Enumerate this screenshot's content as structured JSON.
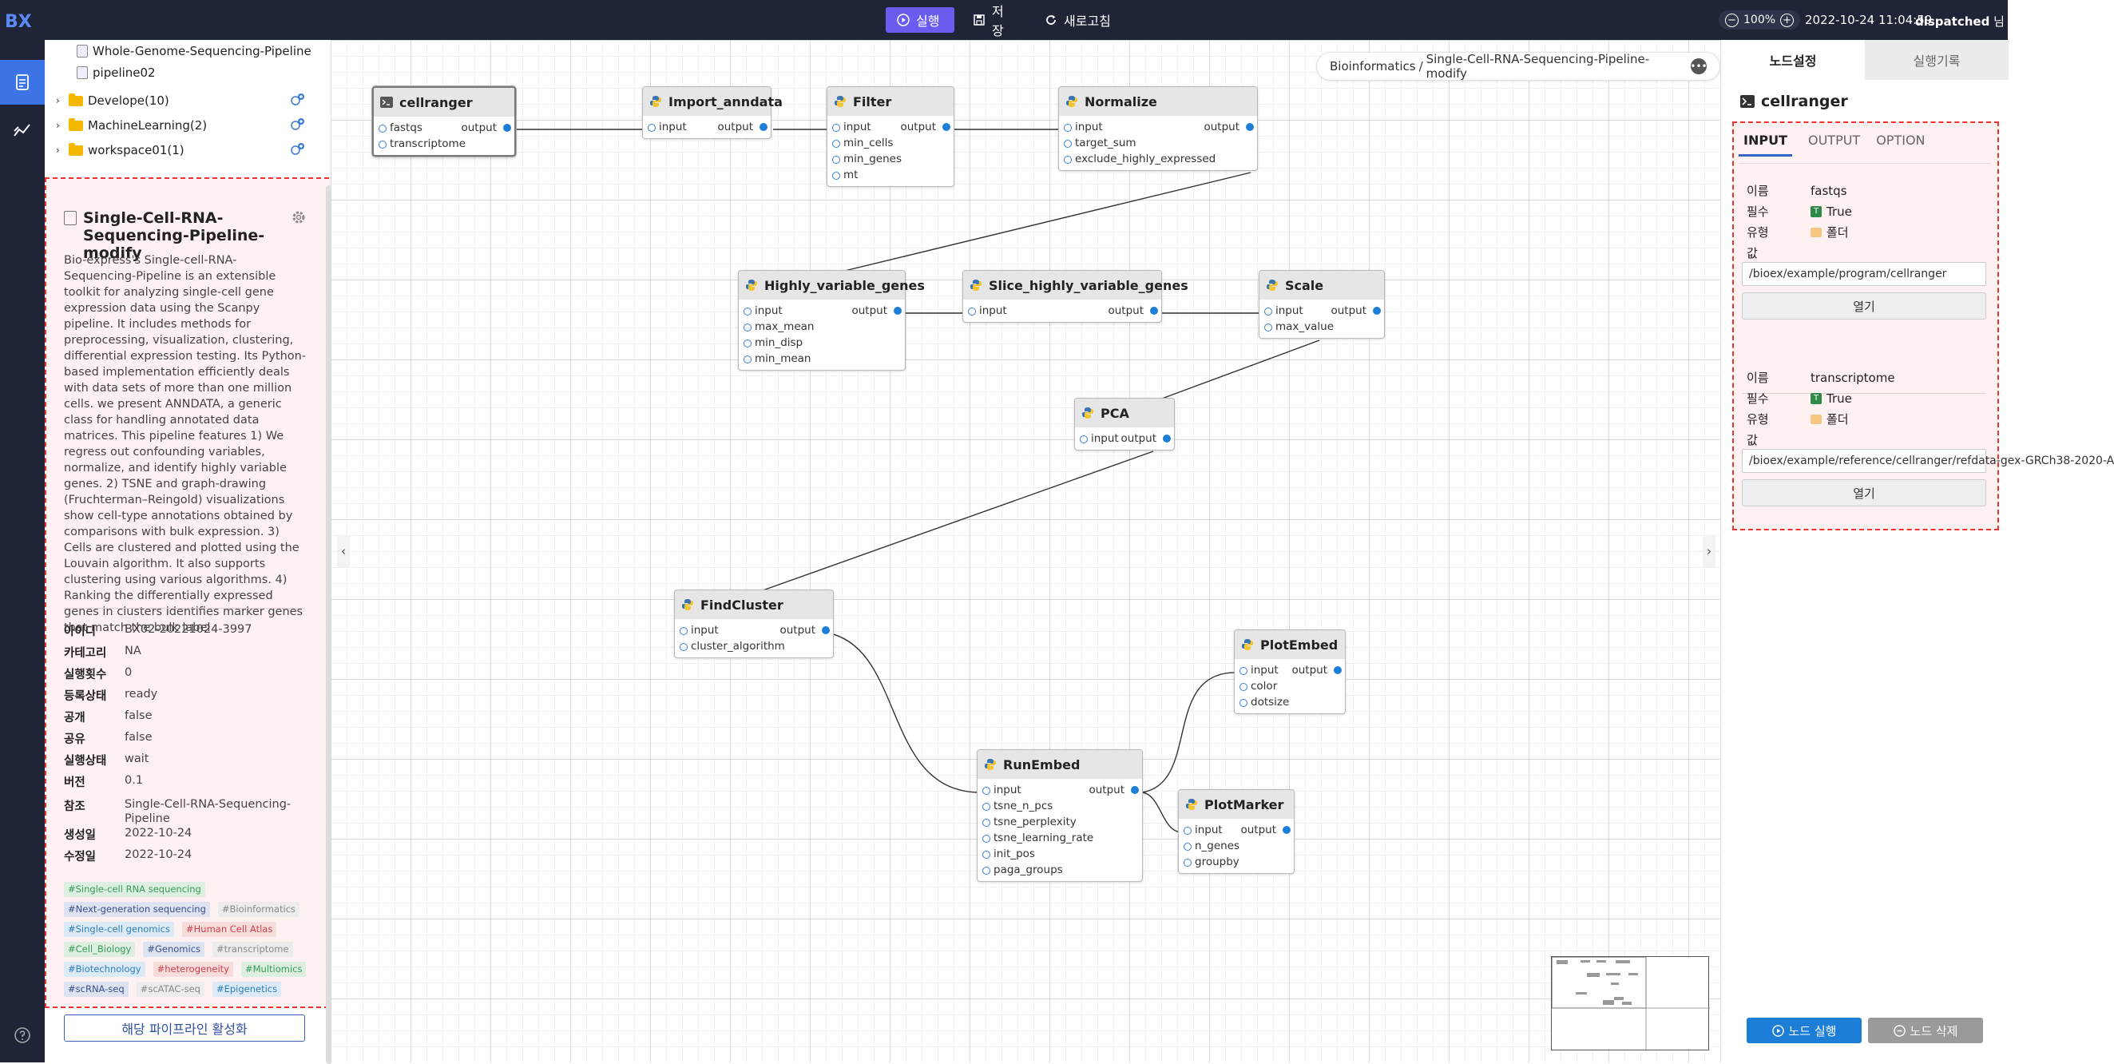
{
  "app": {
    "logo_text": "BX"
  },
  "toolbar": {
    "run_label": "실행",
    "save_label": "저장",
    "refresh_label": "새로고침"
  },
  "status": {
    "zoom_level": "100%",
    "zoom_out": "−",
    "zoom_in": "+",
    "datetime": "2022-10-24 11:04:59",
    "user": "dispatched",
    "user_suffix": " 님"
  },
  "tree": {
    "items": [
      {
        "label": "Whole-Genome-Sequencing-Pipeline",
        "type": "file"
      },
      {
        "label": "pipeline02",
        "type": "file"
      },
      {
        "label": "Develope(10)",
        "type": "folder"
      },
      {
        "label": "MachineLearning(2)",
        "type": "folder"
      },
      {
        "label": "workspace01(1)",
        "type": "folder"
      }
    ]
  },
  "pipeline": {
    "title": "Single-Cell-RNA-Sequencing-Pipeline-modify",
    "description": "Bio-express's Single-cell-RNA-Sequencing-Pipeline is an extensible toolkit for analyzing single-cell gene expression data using the Scanpy pipeline. It includes methods for preprocessing, visualization, clustering, differential expression testing. Its Python-based implementation efficiently deals with data sets of more than one million cells. we present ANNDATA, a generic class for handling annotated data matrices. This pipeline features 1) We regress out confounding variables, normalize, and identify highly variable genes. 2) TSNE and graph-drawing (Fruchterman–Reingold) visualizations show cell-type annotations obtained by comparisons with bulk expression. 3) Cells are clustered and plotted using the Louvain algorithm. It also supports clustering using various algorithms. 4) Ranking the differentially expressed genes in clusters identifies marker genes that match the bulk label",
    "fields": [
      {
        "key": "아이디",
        "value": "BX02-20221024-3997"
      },
      {
        "key": "카테고리",
        "value": "NA"
      },
      {
        "key": "실행횟수",
        "value": "0"
      },
      {
        "key": "등록상태",
        "value": "ready"
      },
      {
        "key": "공개",
        "value": "false"
      },
      {
        "key": "공유",
        "value": "false"
      },
      {
        "key": "실행상태",
        "value": "wait"
      },
      {
        "key": "버전",
        "value": "0.1"
      },
      {
        "key": "참조",
        "value": "Single-Cell-RNA-Sequencing-Pipeline"
      },
      {
        "key": "생성일",
        "value": "2022-10-24"
      },
      {
        "key": "수정일",
        "value": "2022-10-24"
      }
    ],
    "tags": [
      {
        "text": "#Single-cell RNA sequencing",
        "color": "#3a9a5a",
        "bg": "#dcefe0"
      },
      {
        "text": "#Next-generation sequencing",
        "color": "#3a4f8a",
        "bg": "#dde3f0"
      },
      {
        "text": "#Bioinformatics",
        "color": "#888888",
        "bg": "#ececec"
      },
      {
        "text": "#Single-cell genomics",
        "color": "#2d7fb8",
        "bg": "#dceaf5"
      },
      {
        "text": "#Human Cell Atlas",
        "color": "#d0404a",
        "bg": "#f7dcdc"
      },
      {
        "text": "#Cell_Biology",
        "color": "#3a9a5a",
        "bg": "#dcefe0"
      },
      {
        "text": "#Genomics",
        "color": "#3a4f8a",
        "bg": "#dde3f0"
      },
      {
        "text": "#transcriptome",
        "color": "#888888",
        "bg": "#ececec"
      },
      {
        "text": "#Biotechnology",
        "color": "#2d7fb8",
        "bg": "#dceaf5"
      },
      {
        "text": "#heterogeneity",
        "color": "#d0404a",
        "bg": "#f7dcdc"
      },
      {
        "text": "#Multiomics",
        "color": "#3a9a5a",
        "bg": "#dcefe0"
      },
      {
        "text": "#scRNA-seq",
        "color": "#3a4f8a",
        "bg": "#dde3f0"
      },
      {
        "text": "#scATAC-seq",
        "color": "#888888",
        "bg": "#ececec"
      },
      {
        "text": "#Epigenetics",
        "color": "#2d7fb8",
        "bg": "#dceaf5"
      }
    ],
    "activate_label": "해당 파이프라인 활성화"
  },
  "breadcrumb": {
    "category": "Bioinformatics",
    "separator": " / ",
    "pipeline": "Single-Cell-RNA-Sequencing-Pipeline-modify",
    "more": "•••"
  },
  "canvas": {
    "collapse_left": "‹",
    "collapse_right": "›",
    "nodes": [
      {
        "id": "cellranger",
        "title": "cellranger",
        "kind": "terminal",
        "inputs": [
          "fastqs",
          "transcriptome"
        ],
        "output": "output",
        "selected": true
      },
      {
        "id": "import_anndata",
        "title": "Import_anndata",
        "kind": "python",
        "inputs": [
          "input"
        ],
        "output": "output"
      },
      {
        "id": "filter",
        "title": "Filter",
        "kind": "python",
        "inputs": [
          "input",
          "min_cells",
          "min_genes",
          "mt"
        ],
        "output": "output"
      },
      {
        "id": "normalize",
        "title": "Normalize",
        "kind": "python",
        "inputs": [
          "input",
          "target_sum",
          "exclude_highly_expressed"
        ],
        "output": "output"
      },
      {
        "id": "hvg",
        "title": "Highly_variable_genes",
        "kind": "python",
        "inputs": [
          "input",
          "max_mean",
          "min_disp",
          "min_mean"
        ],
        "output": "output"
      },
      {
        "id": "slice",
        "title": "Slice_highly_variable_genes",
        "kind": "python",
        "inputs": [
          "input"
        ],
        "output": "output"
      },
      {
        "id": "scale",
        "title": "Scale",
        "kind": "python",
        "inputs": [
          "input",
          "max_value"
        ],
        "output": "output"
      },
      {
        "id": "pca",
        "title": "PCA",
        "kind": "python",
        "inputs": [
          "input"
        ],
        "output": "output"
      },
      {
        "id": "findcluster",
        "title": "FindCluster",
        "kind": "python",
        "inputs": [
          "input",
          "cluster_algorithm"
        ],
        "output": "output"
      },
      {
        "id": "plotembed",
        "title": "PlotEmbed",
        "kind": "python",
        "inputs": [
          "input",
          "color",
          "dotsize"
        ],
        "output": "output"
      },
      {
        "id": "runembed",
        "title": "RunEmbed",
        "kind": "python",
        "inputs": [
          "input",
          "tsne_n_pcs",
          "tsne_perplexity",
          "tsne_learning_rate",
          "init_pos",
          "paga_groups"
        ],
        "output": "output"
      },
      {
        "id": "plotmarker",
        "title": "PlotMarker",
        "kind": "python",
        "inputs": [
          "input",
          "n_genes",
          "groupby"
        ],
        "output": "output"
      }
    ]
  },
  "rightpanel": {
    "tabs": [
      "노드설정",
      "실행기록"
    ],
    "node_title": "cellranger",
    "io_tabs": [
      "INPUT",
      "OUTPUT",
      "OPTION"
    ],
    "labels": {
      "name": "이름",
      "required": "필수",
      "type": "유형",
      "value": "값"
    },
    "params": [
      {
        "name": "fastqs",
        "required": "True",
        "type": "폴더",
        "value": "/bioex/example/program/cellranger",
        "open_label": "열기"
      },
      {
        "name": "transcriptome",
        "required": "True",
        "type": "폴더",
        "value": "/bioex/example/reference/cellranger/refdata-gex-GRCh38-2020-A",
        "open_label": "열기"
      }
    ],
    "run_node_label": "노드 실행",
    "delete_node_label": "노드 삭제"
  },
  "colors": {
    "topbar": "#1f2436",
    "accent_run": "#6b5cf0",
    "sidebar_active": "#3c74e6",
    "port_output": "#1c7ed6",
    "highlight": "#ee3333"
  }
}
